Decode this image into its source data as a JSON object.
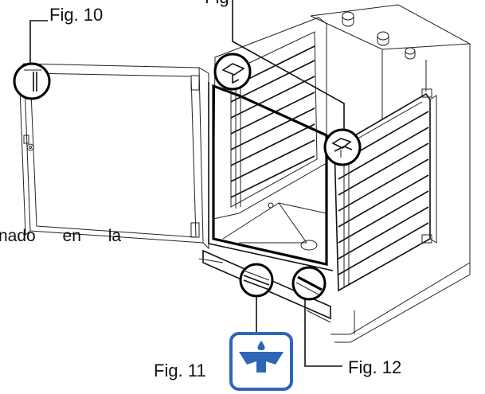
{
  "labels": {
    "fig10": "Fig. 10",
    "fig11": "Fig. 11",
    "fig12": "Fig. 12",
    "fig_top_partial": "Fig",
    "body_fragment": "nado en la"
  },
  "icons": {
    "badge": "spray-nozzle-icon"
  },
  "colors": {
    "badge_blue": "#2f66b8",
    "line": "#000000"
  }
}
